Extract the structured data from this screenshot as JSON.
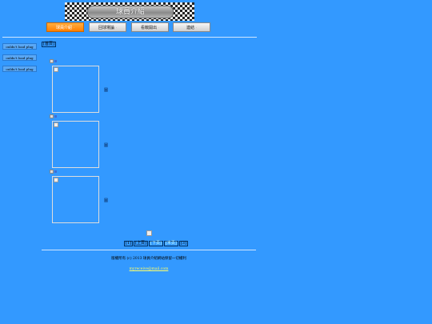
{
  "banner": {
    "title": "球員介紹"
  },
  "nav": [
    {
      "label": "球員介紹",
      "active": true
    },
    {
      "label": "回球場論",
      "active": false
    },
    {
      "label": "看戰開出",
      "active": false
    },
    {
      "label": "連結",
      "active": false
    }
  ],
  "nav_arrow": "·",
  "plugins": [
    "ouldn't load plug",
    "ouldn't load plug",
    "ouldn't load plug"
  ],
  "breadcrumb": "[首頁]",
  "photos": [
    {
      "caption": "圖"
    },
    {
      "caption": "圖"
    },
    {
      "caption": "圖"
    }
  ],
  "pager": [
    {
      "label": "[1]",
      "link": false
    },
    {
      "label": "[上頁]",
      "link": false
    },
    {
      "label": "[下頁]",
      "link": true
    },
    {
      "label": "[末頁]",
      "link": true
    },
    {
      "label": "[3]",
      "link": false
    }
  ],
  "footer": {
    "copyright": "版權所有 (c) 2013 球員介紹網站保留一切權利",
    "email": "myreceive@mail.com"
  }
}
